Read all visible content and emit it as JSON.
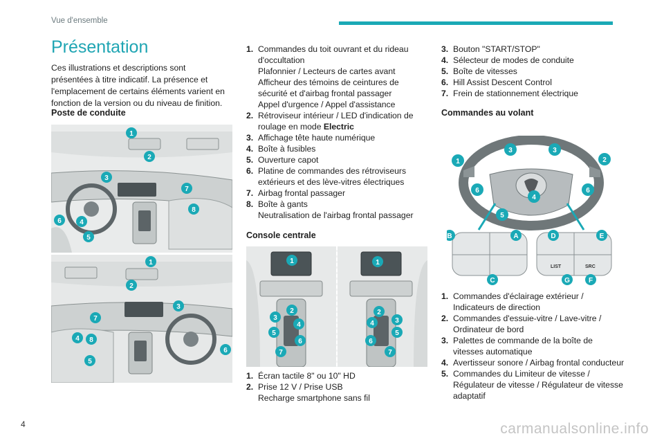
{
  "header": {
    "section": "Vue d'ensemble",
    "accent": "#1aa9b6"
  },
  "page": {
    "title": "Présentation",
    "number": "4",
    "watermark": "carmanualsonline.info"
  },
  "intro": "Ces illustrations et descriptions sont présentées à titre indicatif. La présence et l'emplacement de certains éléments varient en fonction de la version ou du niveau de finition.",
  "sections": {
    "poste": "Poste de conduite",
    "console": "Console centrale",
    "volant": "Commandes au volant"
  },
  "callouts": {
    "poste_top": [
      "1",
      "2",
      "3",
      "7",
      "8",
      "6",
      "4",
      "5"
    ],
    "poste_bottom": [
      "1",
      "2",
      "3",
      "7",
      "4",
      "8",
      "6",
      "5"
    ],
    "console_left": [
      "1",
      "2",
      "3",
      "4",
      "5",
      "6",
      "7"
    ],
    "console_right": [
      "1",
      "2",
      "3",
      "4",
      "5",
      "6",
      "7"
    ],
    "volant": [
      "1",
      "2",
      "3",
      "3",
      "6",
      "6",
      "4",
      "5",
      "A",
      "B",
      "C",
      "D",
      "E",
      "F",
      "G"
    ],
    "volant_labels": [
      "LIST",
      "SRC"
    ]
  },
  "poste_items": [
    {
      "n": "1.",
      "lines": [
        "Commandes du toit ouvrant et du rideau",
        "d'occultation",
        "Plafonnier / Lecteurs de cartes avant",
        "Afficheur des témoins de ceintures de",
        "sécurité et d'airbag frontal passager",
        "Appel d'urgence / Appel d'assistance"
      ]
    },
    {
      "n": "2.",
      "lines": [
        "Rétroviseur intérieur / LED d'indication de",
        "roulage en mode "
      ],
      "bold_tail": "Electric"
    },
    {
      "n": "3.",
      "lines": [
        "Affichage tête haute numérique"
      ]
    },
    {
      "n": "4.",
      "lines": [
        "Boîte à fusibles"
      ]
    },
    {
      "n": "5.",
      "lines": [
        "Ouverture capot"
      ]
    },
    {
      "n": "6.",
      "lines": [
        "Platine de commandes des rétroviseurs",
        "extérieurs et des lève-vitres électriques"
      ]
    },
    {
      "n": "7.",
      "lines": [
        "Airbag frontal passager"
      ]
    },
    {
      "n": "8.",
      "lines": [
        "Boîte à gants",
        "Neutralisation de l'airbag frontal passager"
      ]
    }
  ],
  "console_items": [
    {
      "n": "1.",
      "lines": [
        "Écran tactile 8\" ou 10\" HD"
      ]
    },
    {
      "n": "2.",
      "lines": [
        "Prise 12 V / Prise USB",
        "Recharge smartphone sans fil"
      ]
    }
  ],
  "console_items_cont": [
    {
      "n": "3.",
      "lines": [
        "Bouton \"START/STOP\""
      ]
    },
    {
      "n": "4.",
      "lines": [
        "Sélecteur de modes de conduite"
      ]
    },
    {
      "n": "5.",
      "lines": [
        "Boîte de vitesses"
      ]
    },
    {
      "n": "6.",
      "lines": [
        "Hill Assist Descent Control"
      ]
    },
    {
      "n": "7.",
      "lines": [
        "Frein de stationnement électrique"
      ]
    }
  ],
  "volant_items": [
    {
      "n": "1.",
      "lines": [
        "Commandes d'éclairage extérieur /",
        "Indicateurs de direction"
      ]
    },
    {
      "n": "2.",
      "lines": [
        "Commandes d'essuie-vitre / Lave-vitre /",
        "Ordinateur de bord"
      ]
    },
    {
      "n": "3.",
      "lines": [
        "Palettes de commande de la boîte de",
        "vitesses automatique"
      ]
    },
    {
      "n": "4.",
      "lines": [
        "Avertisseur sonore / Airbag frontal conducteur"
      ]
    },
    {
      "n": "5.",
      "lines": [
        "Commandes du Limiteur de vitesse /",
        "Régulateur de vitesse / Régulateur de vitesse",
        "adaptatif"
      ]
    }
  ]
}
